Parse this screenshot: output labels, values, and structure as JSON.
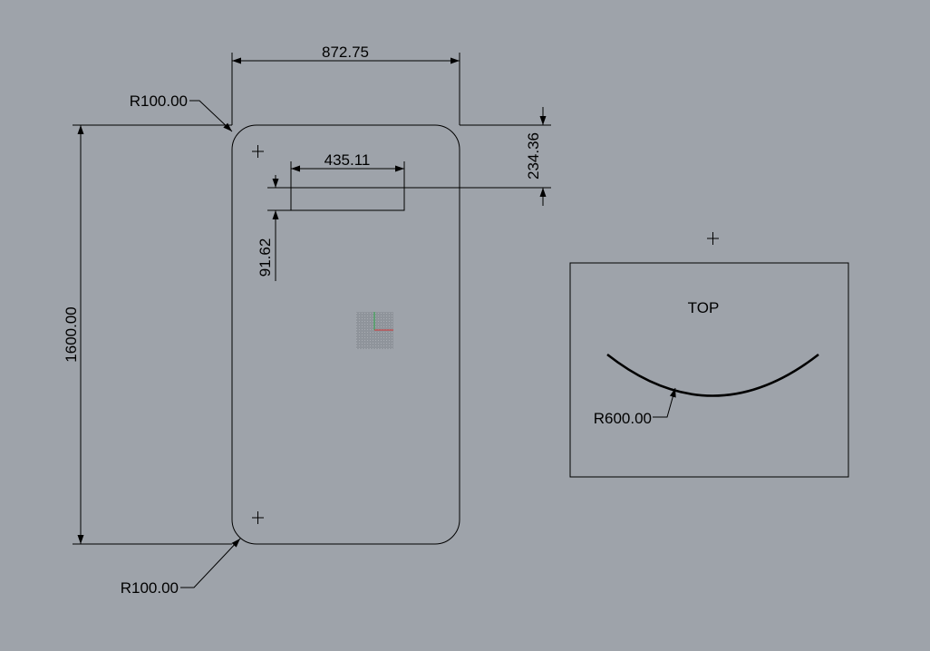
{
  "dimensions": {
    "overall_width": "872.75",
    "overall_height": "1600.00",
    "slot_width": "435.11",
    "slot_offset_top": "234.36",
    "slot_offset_small": "91.62",
    "corner_radius_top": "R100.00",
    "corner_radius_bottom": "R100.00",
    "arc_radius": "R600.00"
  },
  "top_view": {
    "label": "TOP"
  },
  "colors": {
    "background": "#9ea3aa",
    "lines": "#000000",
    "axis_x": "#d23030",
    "axis_y": "#2ea84a",
    "grid_widget": "#8f949b"
  },
  "icons": [
    "crosshair-icon",
    "axis-gizmo-icon"
  ]
}
